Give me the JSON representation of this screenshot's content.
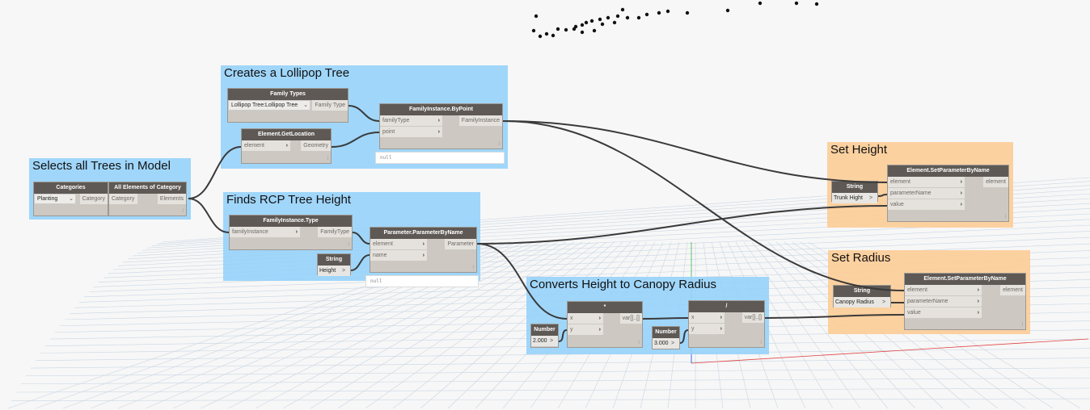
{
  "colors": {
    "group_blue": "#96d2fa",
    "group_orange": "#fccd98",
    "node_header": "#5e5955",
    "node_body": "#cdc8c2",
    "wire": "#3a3a3a"
  },
  "groups": [
    {
      "id": "g1",
      "title": "Selects all Trees in Model",
      "color": "blue"
    },
    {
      "id": "g2",
      "title": "Creates a Lollipop Tree",
      "color": "blue"
    },
    {
      "id": "g3",
      "title": "Finds RCP Tree Height",
      "color": "blue"
    },
    {
      "id": "g4",
      "title": "Converts Height to Canopy Radius",
      "color": "blue"
    },
    {
      "id": "g5",
      "title": "Set Height",
      "color": "orange"
    },
    {
      "id": "g6",
      "title": "Set Radius",
      "color": "orange"
    }
  ],
  "nodes": [
    {
      "id": "categories",
      "title": "Categories",
      "dropdown": "Planting",
      "inputs": [],
      "outputs": [
        "Category"
      ]
    },
    {
      "id": "allelements",
      "title": "All Elements of Category",
      "inputs": [
        "Category"
      ],
      "outputs": [
        "Elements"
      ],
      "plain_inputs": true
    },
    {
      "id": "familytypes",
      "title": "Family Types",
      "dropdown": "Lollipop Tree:Lollipop Tree",
      "inputs": [],
      "outputs": [
        "Family Type"
      ]
    },
    {
      "id": "getlocation",
      "title": "Element.GetLocation",
      "inputs": [
        "element"
      ],
      "outputs": [
        "Geometry"
      ]
    },
    {
      "id": "bypoint",
      "title": "FamilyInstance.ByPoint",
      "inputs": [
        "familyType",
        "point"
      ],
      "outputs": [
        "FamilyInstance"
      ],
      "preview": "null"
    },
    {
      "id": "fitype",
      "title": "FamilyInstance.Type",
      "inputs": [
        "familyInstance"
      ],
      "outputs": [
        "FamilyType"
      ]
    },
    {
      "id": "parambyname",
      "title": "Parameter.ParameterByName",
      "inputs": [
        "element",
        "name"
      ],
      "outputs": [
        "Parameter"
      ],
      "preview": "null"
    },
    {
      "id": "strheight",
      "title": "String",
      "value": "Height",
      "inputs": [],
      "outputs": [
        ">"
      ]
    },
    {
      "id": "mult",
      "title": "*",
      "inputs": [
        "x",
        "y"
      ],
      "outputs": [
        "var[]..[]"
      ]
    },
    {
      "id": "num2",
      "title": "Number",
      "value": "2.000",
      "inputs": [],
      "outputs": [
        ">"
      ]
    },
    {
      "id": "num3",
      "title": "Number",
      "value": "3.000",
      "inputs": [],
      "outputs": [
        ">"
      ]
    },
    {
      "id": "div",
      "title": "/",
      "inputs": [
        "x",
        "y"
      ],
      "outputs": [
        "var[]..[]"
      ]
    },
    {
      "id": "strtrunk",
      "title": "String",
      "value": "Trunk Hight",
      "inputs": [],
      "outputs": [
        ">"
      ]
    },
    {
      "id": "setparam1",
      "title": "Element.SetParameterByName",
      "inputs": [
        "element",
        "parameterName",
        "value"
      ],
      "outputs": [
        "element"
      ]
    },
    {
      "id": "strcanopy",
      "title": "String",
      "value": "Canopy Radius",
      "inputs": [],
      "outputs": [
        ">"
      ]
    },
    {
      "id": "setparam2",
      "title": "Element.SetParameterByName",
      "inputs": [
        "element",
        "parameterName",
        "value"
      ],
      "outputs": [
        "element"
      ]
    }
  ]
}
